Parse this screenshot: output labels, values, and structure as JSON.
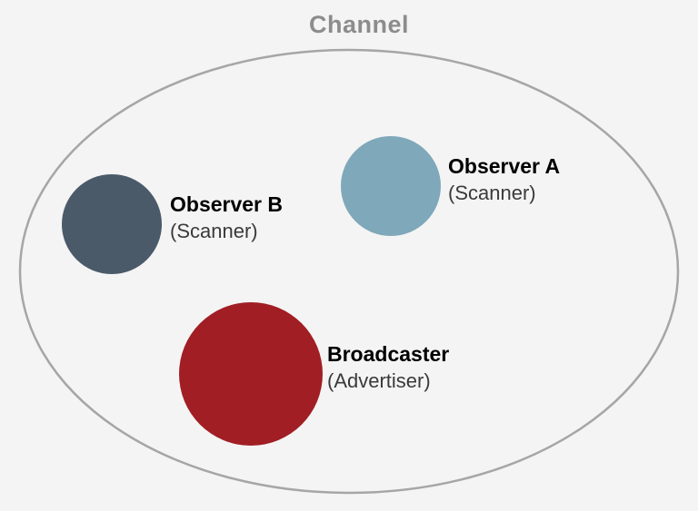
{
  "channel": {
    "label": "Channel",
    "border_color": "#a6a6a6",
    "label_color": "#8c8c8c"
  },
  "nodes": [
    {
      "id": "observer-a",
      "name": "Observer A",
      "role": "(Scanner)",
      "color": "#7fa8ba"
    },
    {
      "id": "observer-b",
      "name": "Observer B",
      "role": "(Scanner)",
      "color": "#4b5a69"
    },
    {
      "id": "broadcaster",
      "name": "Broadcaster",
      "role": "(Advertiser)",
      "color": "#a01e24"
    }
  ]
}
